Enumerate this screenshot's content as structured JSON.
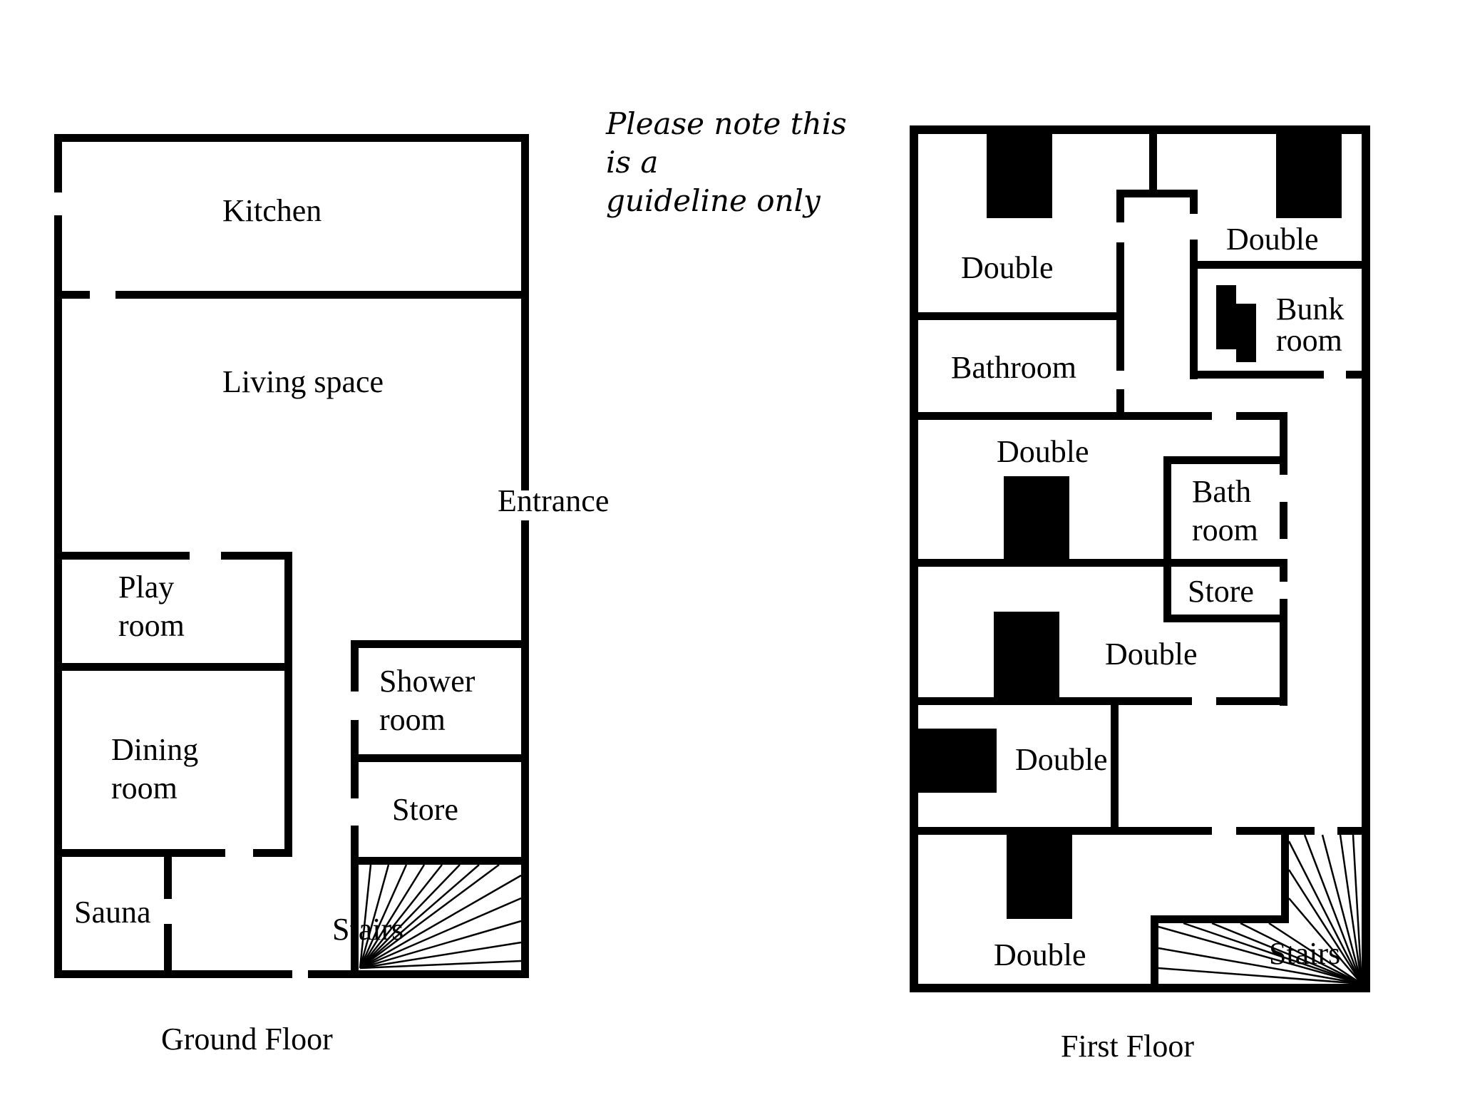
{
  "note": {
    "line1": "Please note this",
    "line2": "is a",
    "line3": "guideline only"
  },
  "ground_floor": {
    "caption": "Ground Floor",
    "rooms": {
      "kitchen": "Kitchen",
      "living_space": "Living space",
      "entrance": "Entrance",
      "play_room_1": "Play",
      "play_room_2": "room",
      "dining_room_1": "Dining",
      "dining_room_2": "room",
      "shower_room_1": "Shower",
      "shower_room_2": "room",
      "store": "Store",
      "sauna": "Sauna",
      "stairs": "Stairs"
    }
  },
  "first_floor": {
    "caption": "First Floor",
    "rooms": {
      "double_top_left": "Double",
      "double_top_right": "Double",
      "bunk_room_1": "Bunk",
      "bunk_room_2": "room",
      "bathroom": "Bathroom",
      "double_middle": "Double",
      "bath_room_1": "Bath",
      "bath_room_2": "room",
      "store": "Store",
      "double_right": "Double",
      "double_lower": "Double",
      "double_bottom": "Double",
      "stairs": "Stairs"
    }
  }
}
